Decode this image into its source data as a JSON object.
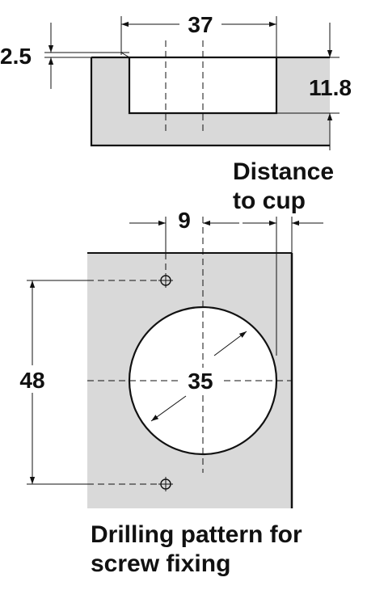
{
  "colors": {
    "panel_fill": "#d9d9d9",
    "line": "#111111",
    "background": "#ffffff"
  },
  "top_view": {
    "dim_cup_width": "37",
    "dim_offset": "2.5",
    "dim_cup_depth": "11.8"
  },
  "labels": {
    "distance_line1": "Distance",
    "distance_line2": "to cup"
  },
  "front_view": {
    "dim_hole_to_cup": "9",
    "dim_hole_spacing": "48",
    "dim_cup_diameter": "35"
  },
  "caption": {
    "line1": "Drilling pattern for",
    "line2": "screw fixing"
  }
}
